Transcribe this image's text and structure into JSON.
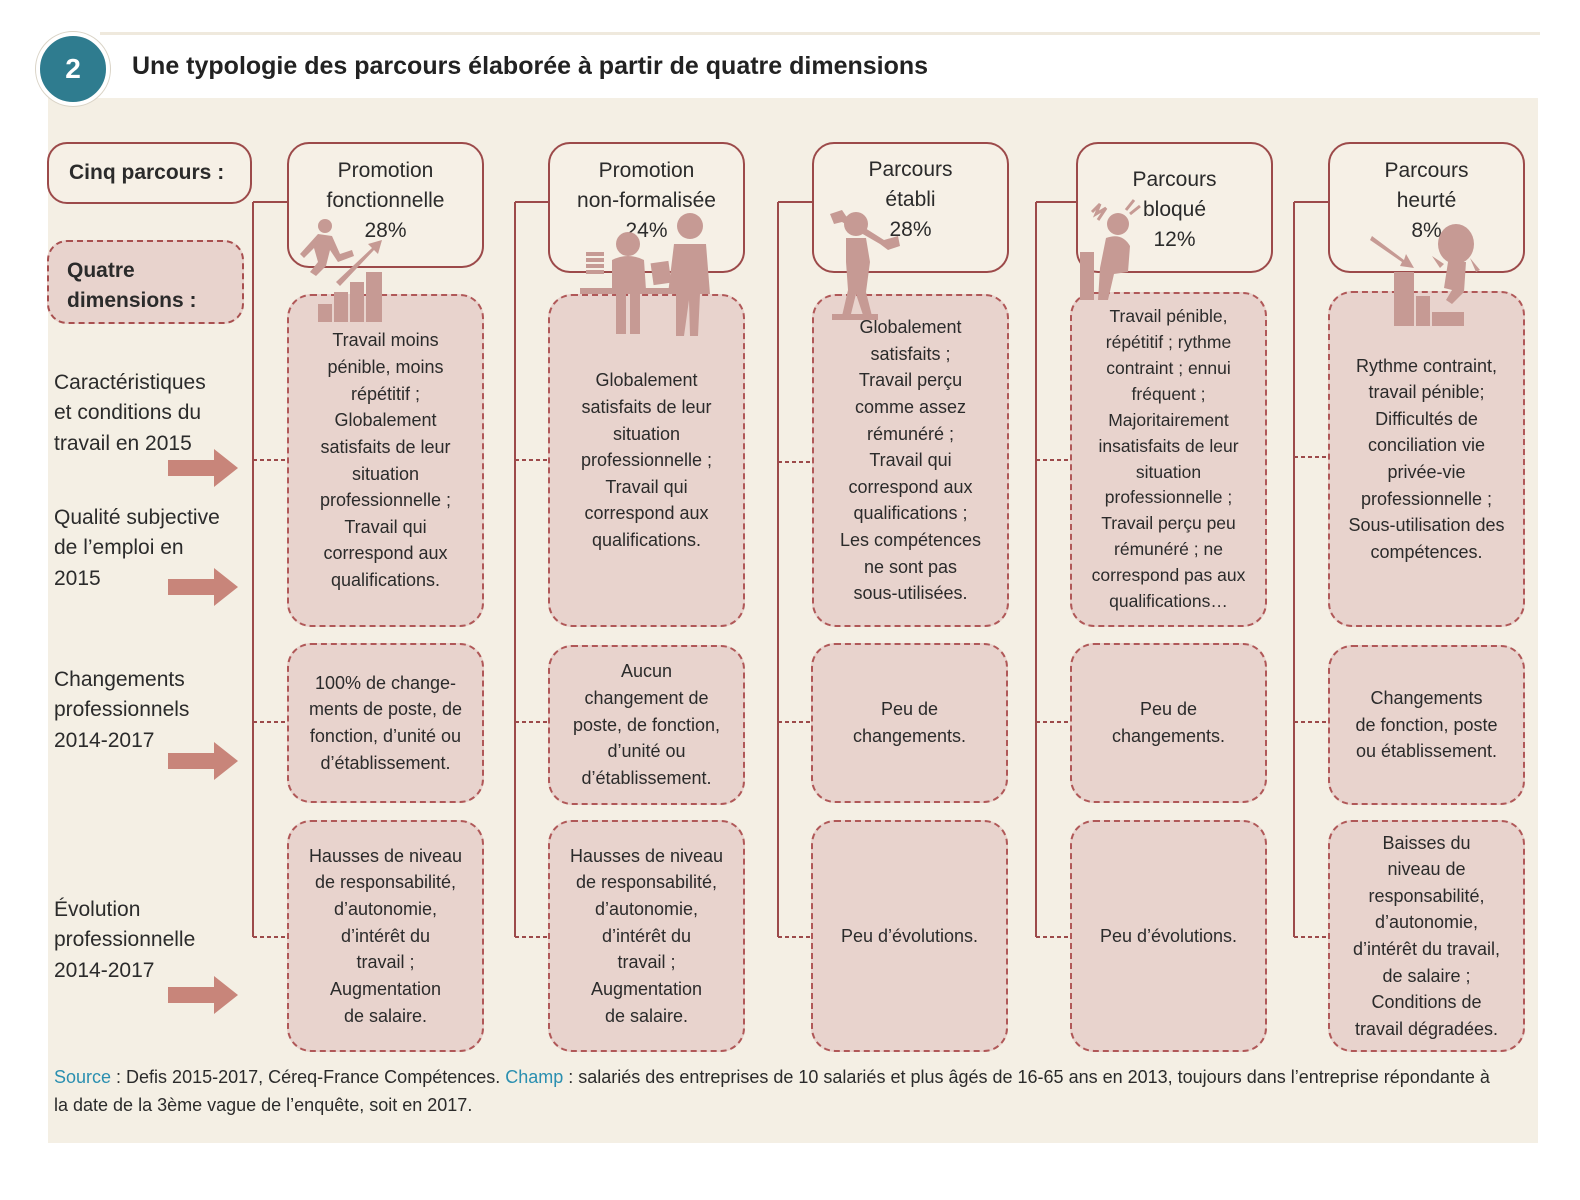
{
  "figure_number": "2",
  "title": "Une typologie des parcours élaborée à partir de quatre dimensions",
  "row_labels": {
    "cinq_parcours": "Cinq parcours :",
    "quatre_dimensions": "Quatre\ndimensions :"
  },
  "dimensions": [
    "Caractéristiques\net conditions du\ntravail en 2015",
    "Qualité subjective\nde l’emploi en\n2015",
    "Changements\nprofessionnels\n2014-2017",
    "Évolution\nprofessionnelle\n2014-2017"
  ],
  "parcours": [
    {
      "name": "Promotion\nfonctionnelle",
      "share": "28%",
      "icon": "climbing-stairs-icon",
      "conditions_quality": "Travail moins\npénible, moins\nrépétitif ;\nGlobalement\nsatisfaits de leur\nsituation\nprofessionnelle ;\nTravail qui\ncorrespond aux\nqualifications.",
      "changes": "100% de change-\nments de poste, de\nfonction, d’unité ou\nd’établissement.",
      "evolution": "Hausses de niveau\nde responsabilité,\nd’autonomie,\nd’intérêt du\ntravail ;\nAugmentation\nde salaire."
    },
    {
      "name": "Promotion\nnon-formalisée",
      "share": "24%",
      "icon": "office-workers-icon",
      "conditions_quality": "Globalement\nsatisfaits de leur\nsituation\nprofessionnelle ;\nTravail qui\ncorrespond aux\nqualifications.",
      "changes": "Aucun\nchangement de\nposte, de fonction,\nd’unité ou\nd’établissement.",
      "evolution": "Hausses de niveau\nde responsabilité,\nd’autonomie,\nd’intérêt du\ntravail ;\nAugmentation\nde salaire."
    },
    {
      "name": "Parcours\nétabli",
      "share": "28%",
      "icon": "worker-with-wrench-icon",
      "conditions_quality": "Globalement\nsatisfaits ;\nTravail perçu\ncomme assez\nrémunéré ;\nTravail qui\ncorrespond aux\nqualifications ;\nLes compétences\nne sont pas\nsous-utilisées.",
      "changes": "Peu de\nchangements.",
      "evolution": "Peu d’évolutions."
    },
    {
      "name": "Parcours\nbloqué",
      "share": "12%",
      "icon": "stressed-person-icon",
      "conditions_quality": "Travail pénible,\nrépétitif ; rythme\ncontraint ; ennui\nfréquent  ;\nMajoritairement\ninsatisfaits de leur\nsituation\nprofessionnelle ;\nTravail perçu peu\nrémunéré ; ne\ncorrespond pas aux\nqualifications…",
      "changes": "Peu de\nchangements.",
      "evolution": "Peu d’évolutions."
    },
    {
      "name": "Parcours\nheurté",
      "share": "8%",
      "icon": "falling-person-icon",
      "conditions_quality": "Rythme contraint,\ntravail pénible;\nDifficultés de\nconciliation vie\nprivée-vie\nprofessionnelle ;\nSous-utilisation des\ncompétences.",
      "changes": "Changements\nde fonction, poste\nou établissement.",
      "evolution": "Baisses du\nniveau de\nresponsabilité,\nd’autonomie,\nd’intérêt du travail,\nde salaire ;\nConditions de\ntravail dégradées."
    }
  ],
  "source": {
    "source_label": "Source",
    "source_text": " : Defis 2015-2017, Céreq-France Compétences. ",
    "champ_label": "Champ",
    "champ_text": " : salariés des entreprises de 10 salariés et plus âgés de 16-65 ans en 2013, toujours dans l’entreprise répondante à la date de la 3ème vague de l’enquête, soit en 2017."
  },
  "colors": {
    "badge": "#2f7c8f",
    "panel": "#f4efe4",
    "dashed_box_fill": "#e8d3cd",
    "border": "#9c4a4a",
    "icon": "#c69a94",
    "arrow": "#c8857a",
    "link": "#2a8fb0"
  }
}
